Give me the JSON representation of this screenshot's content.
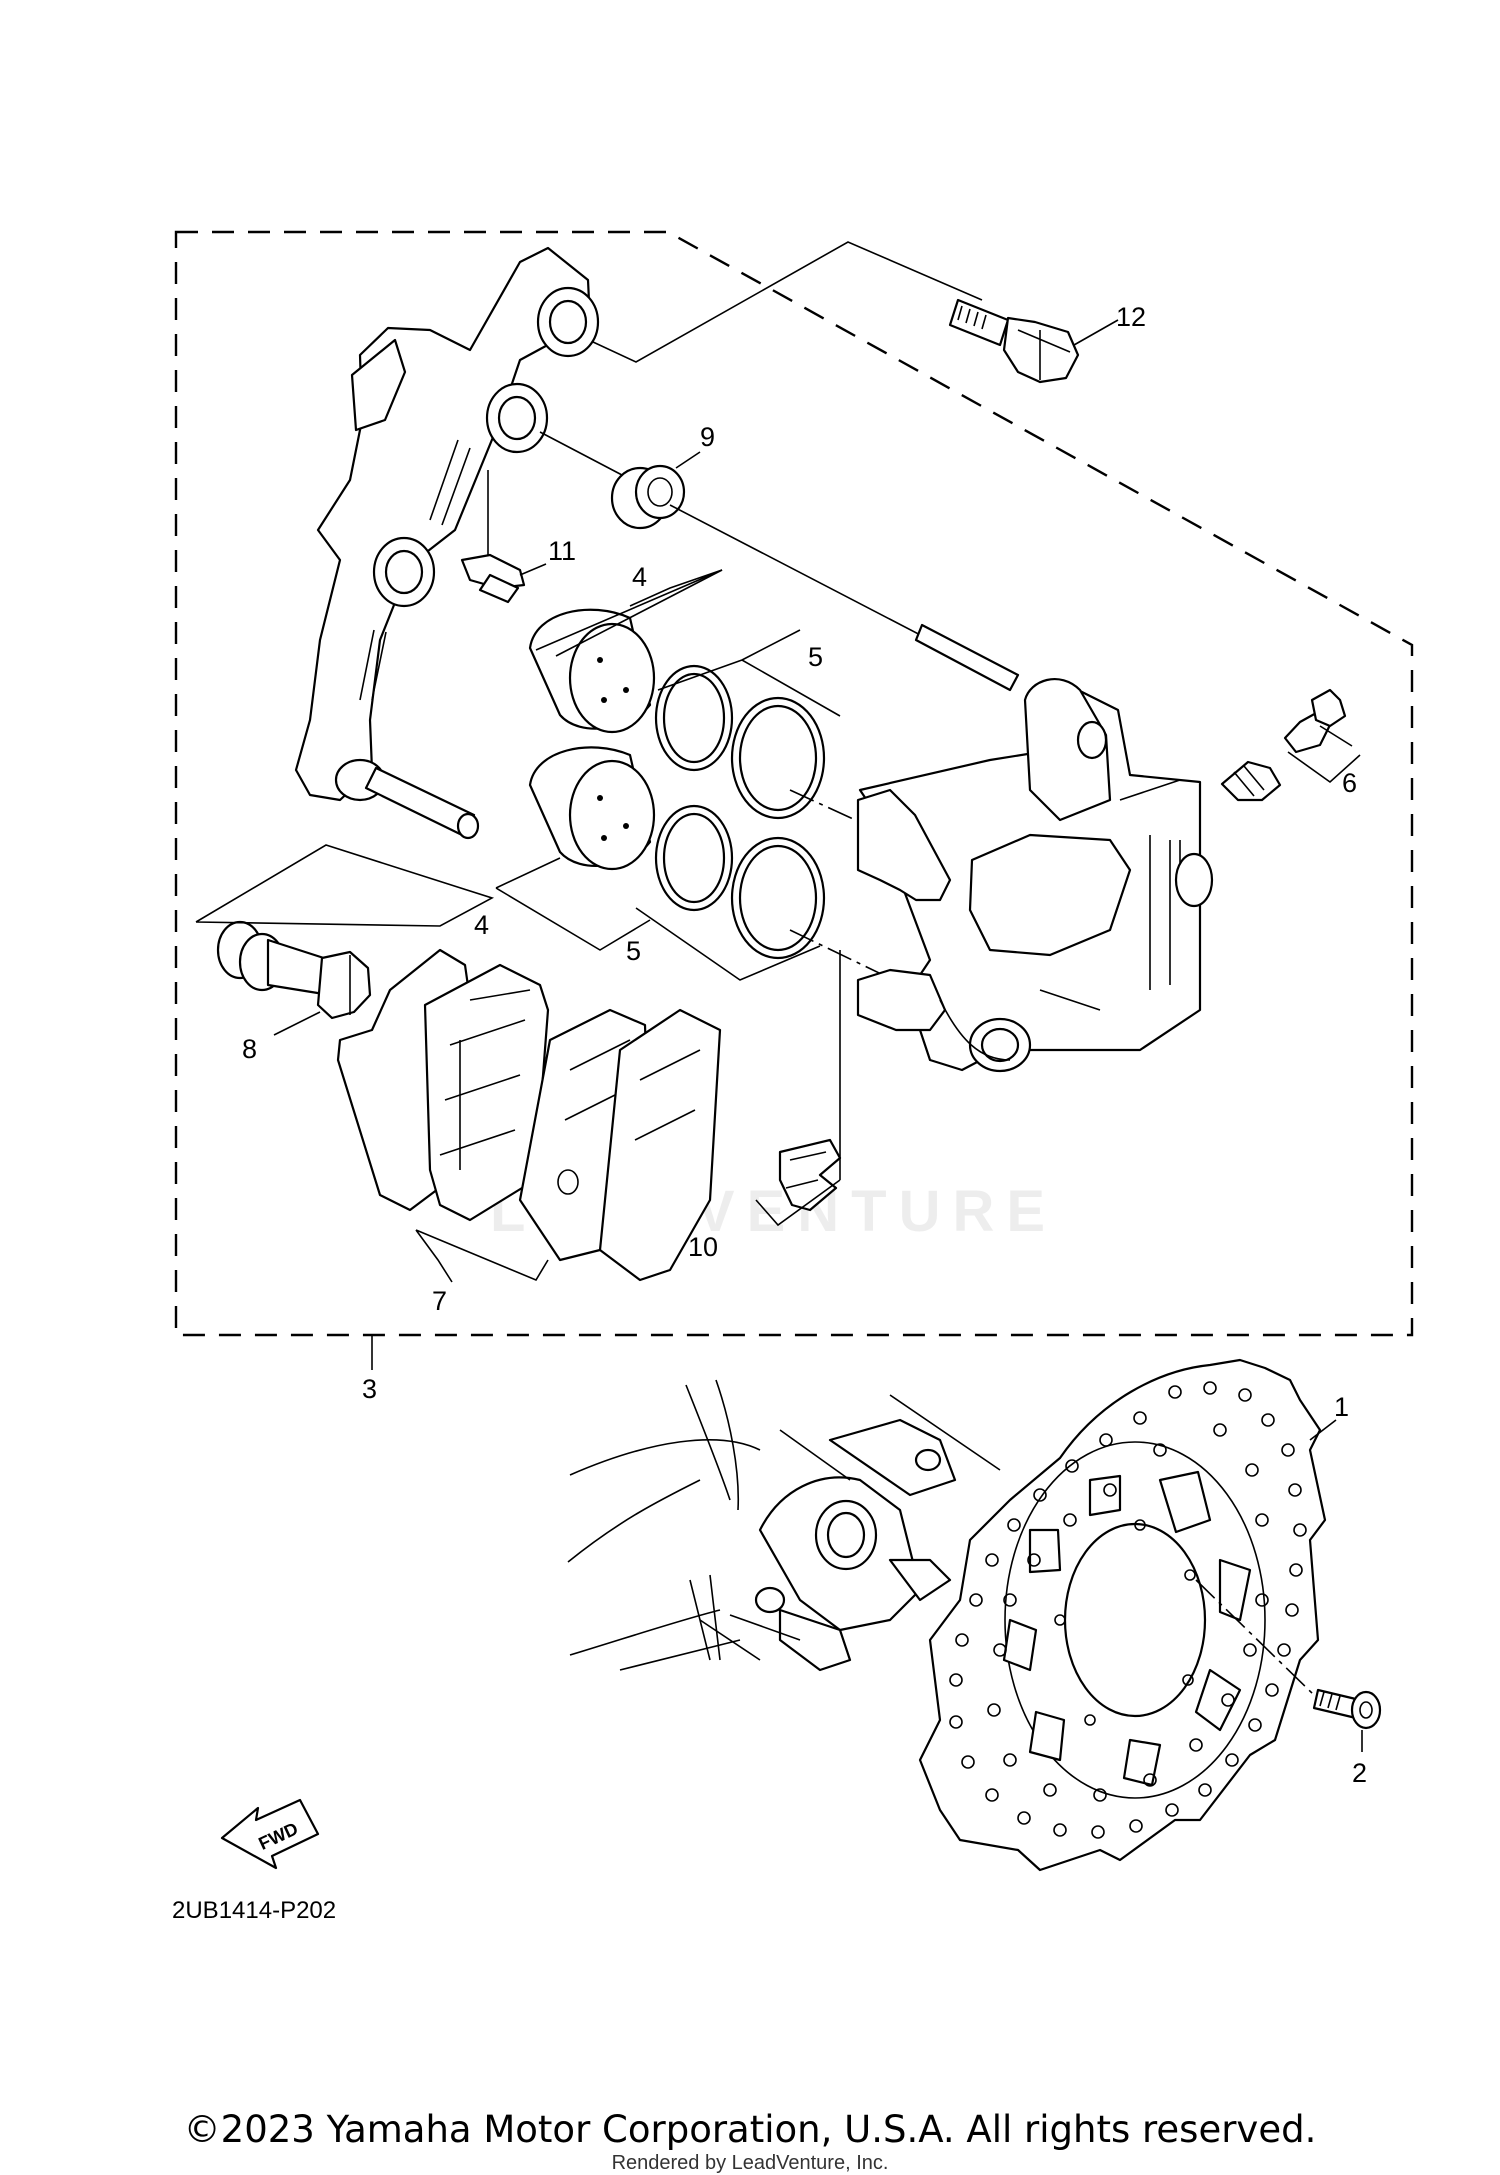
{
  "diagram": {
    "code": "2UB1414-P202",
    "fwd_label": "FWD",
    "callouts": {
      "c1": "1",
      "c2": "2",
      "c3": "3",
      "c4a": "4",
      "c4b": "4",
      "c5a": "5",
      "c5b": "5",
      "c6": "6",
      "c7": "7",
      "c8": "8",
      "c9": "9",
      "c10": "10",
      "c11": "11",
      "c12": "12"
    }
  },
  "footer": {
    "copyright": "©2023 Yamaha Motor Corporation, U.S.A. All rights reserved.",
    "rendered_by": "Rendered by LeadVenture, Inc."
  },
  "watermark": {
    "text": "LEADVENTURE"
  },
  "colors": {
    "ink": "#000000",
    "background": "#ffffff",
    "watermark": "#ededed"
  }
}
